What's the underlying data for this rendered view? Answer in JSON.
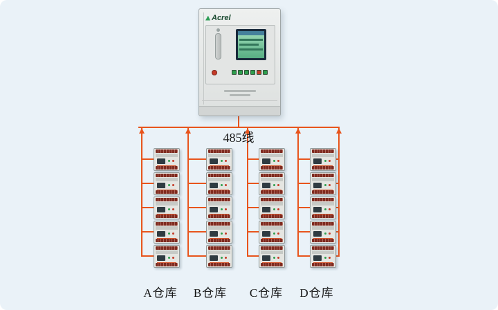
{
  "background": "#eaf2f8",
  "cabinet": {
    "brand": "Acrel",
    "button_colors": [
      "#2e9e4d",
      "#2e9e4d",
      "#2e9e4d",
      "#2e9e4d",
      "#c43a28",
      "#2e9e4d"
    ]
  },
  "bus": {
    "label": "485线",
    "color": "#e8541c"
  },
  "columns": [
    {
      "id": "A",
      "label": "A仓库",
      "device_count": 5
    },
    {
      "id": "B",
      "label": "B仓库",
      "device_count": 5
    },
    {
      "id": "C",
      "label": "C仓库",
      "device_count": 5
    },
    {
      "id": "D",
      "label": "D仓库",
      "device_count": 5
    }
  ]
}
